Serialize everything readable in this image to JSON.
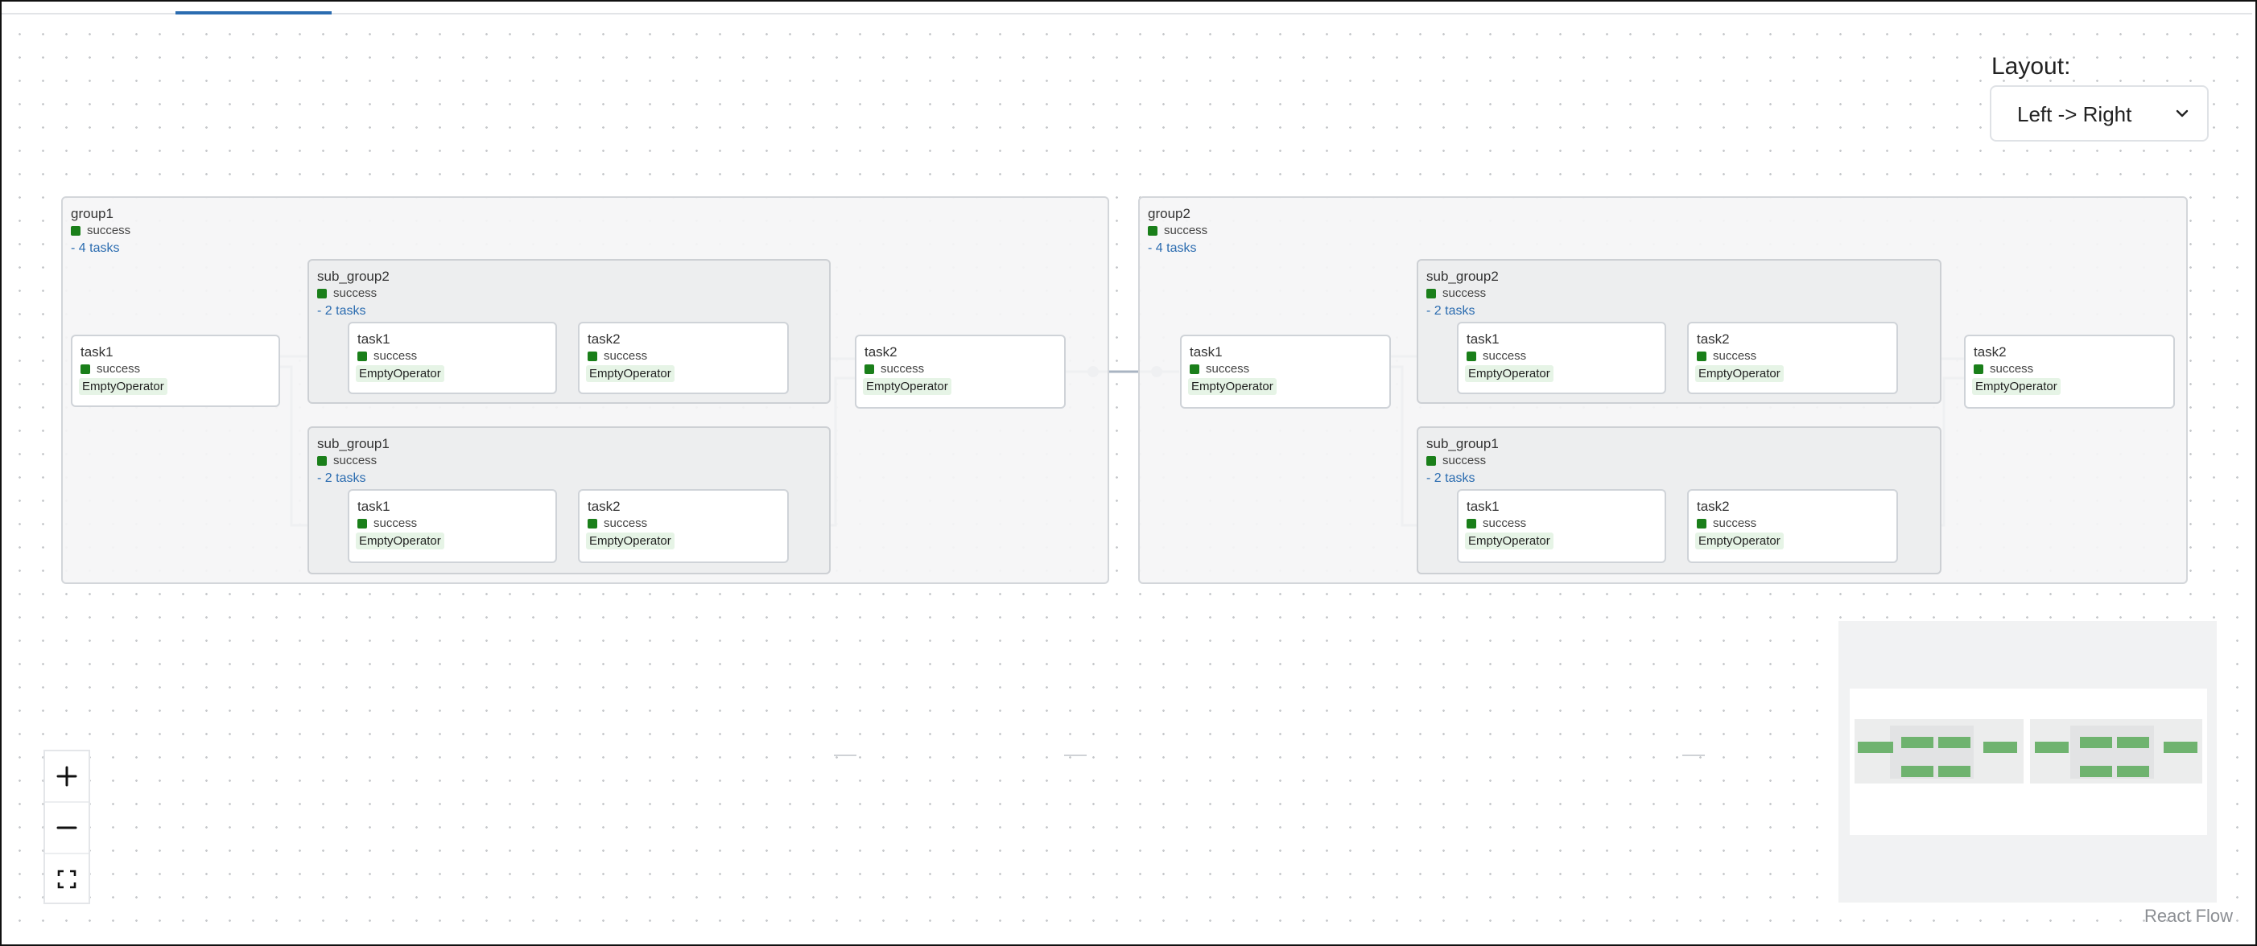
{
  "layout": {
    "label": "Layout:",
    "value": "Left -> Right"
  },
  "groups": [
    {
      "title": "group1",
      "status": "success",
      "count": "- 4 tasks",
      "task_before": {
        "title": "task1",
        "status": "success",
        "operator": "EmptyOperator"
      },
      "sub_groups": [
        {
          "title": "sub_group2",
          "status": "success",
          "count": "- 2 tasks",
          "tasks": [
            {
              "title": "task1",
              "status": "success",
              "operator": "EmptyOperator"
            },
            {
              "title": "task2",
              "status": "success",
              "operator": "EmptyOperator"
            }
          ]
        },
        {
          "title": "sub_group1",
          "status": "success",
          "count": "- 2 tasks",
          "tasks": [
            {
              "title": "task1",
              "status": "success",
              "operator": "EmptyOperator"
            },
            {
              "title": "task2",
              "status": "success",
              "operator": "EmptyOperator"
            }
          ]
        }
      ],
      "task_after": {
        "title": "task2",
        "status": "success",
        "operator": "EmptyOperator"
      }
    },
    {
      "title": "group2",
      "status": "success",
      "count": "- 4 tasks",
      "task_before": {
        "title": "task1",
        "status": "success",
        "operator": "EmptyOperator"
      },
      "sub_groups": [
        {
          "title": "sub_group2",
          "status": "success",
          "count": "- 2 tasks",
          "tasks": [
            {
              "title": "task1",
              "status": "success",
              "operator": "EmptyOperator"
            },
            {
              "title": "task2",
              "status": "success",
              "operator": "EmptyOperator"
            }
          ]
        },
        {
          "title": "sub_group1",
          "status": "success",
          "count": "- 2 tasks",
          "tasks": [
            {
              "title": "task1",
              "status": "success",
              "operator": "EmptyOperator"
            },
            {
              "title": "task2",
              "status": "success",
              "operator": "EmptyOperator"
            }
          ]
        }
      ],
      "task_after": {
        "title": "task2",
        "status": "success",
        "operator": "EmptyOperator"
      }
    }
  ],
  "zoom_controls": {
    "zoom_in": "zoom-in-icon",
    "zoom_out": "zoom-out-icon",
    "fit": "fit-view-icon"
  },
  "attribution": "React Flow",
  "colors": {
    "success": "#1a7f1a",
    "accent": "#2b6cb0",
    "edge": "#a9b4c2",
    "minimap_node": "#6fb36f"
  }
}
